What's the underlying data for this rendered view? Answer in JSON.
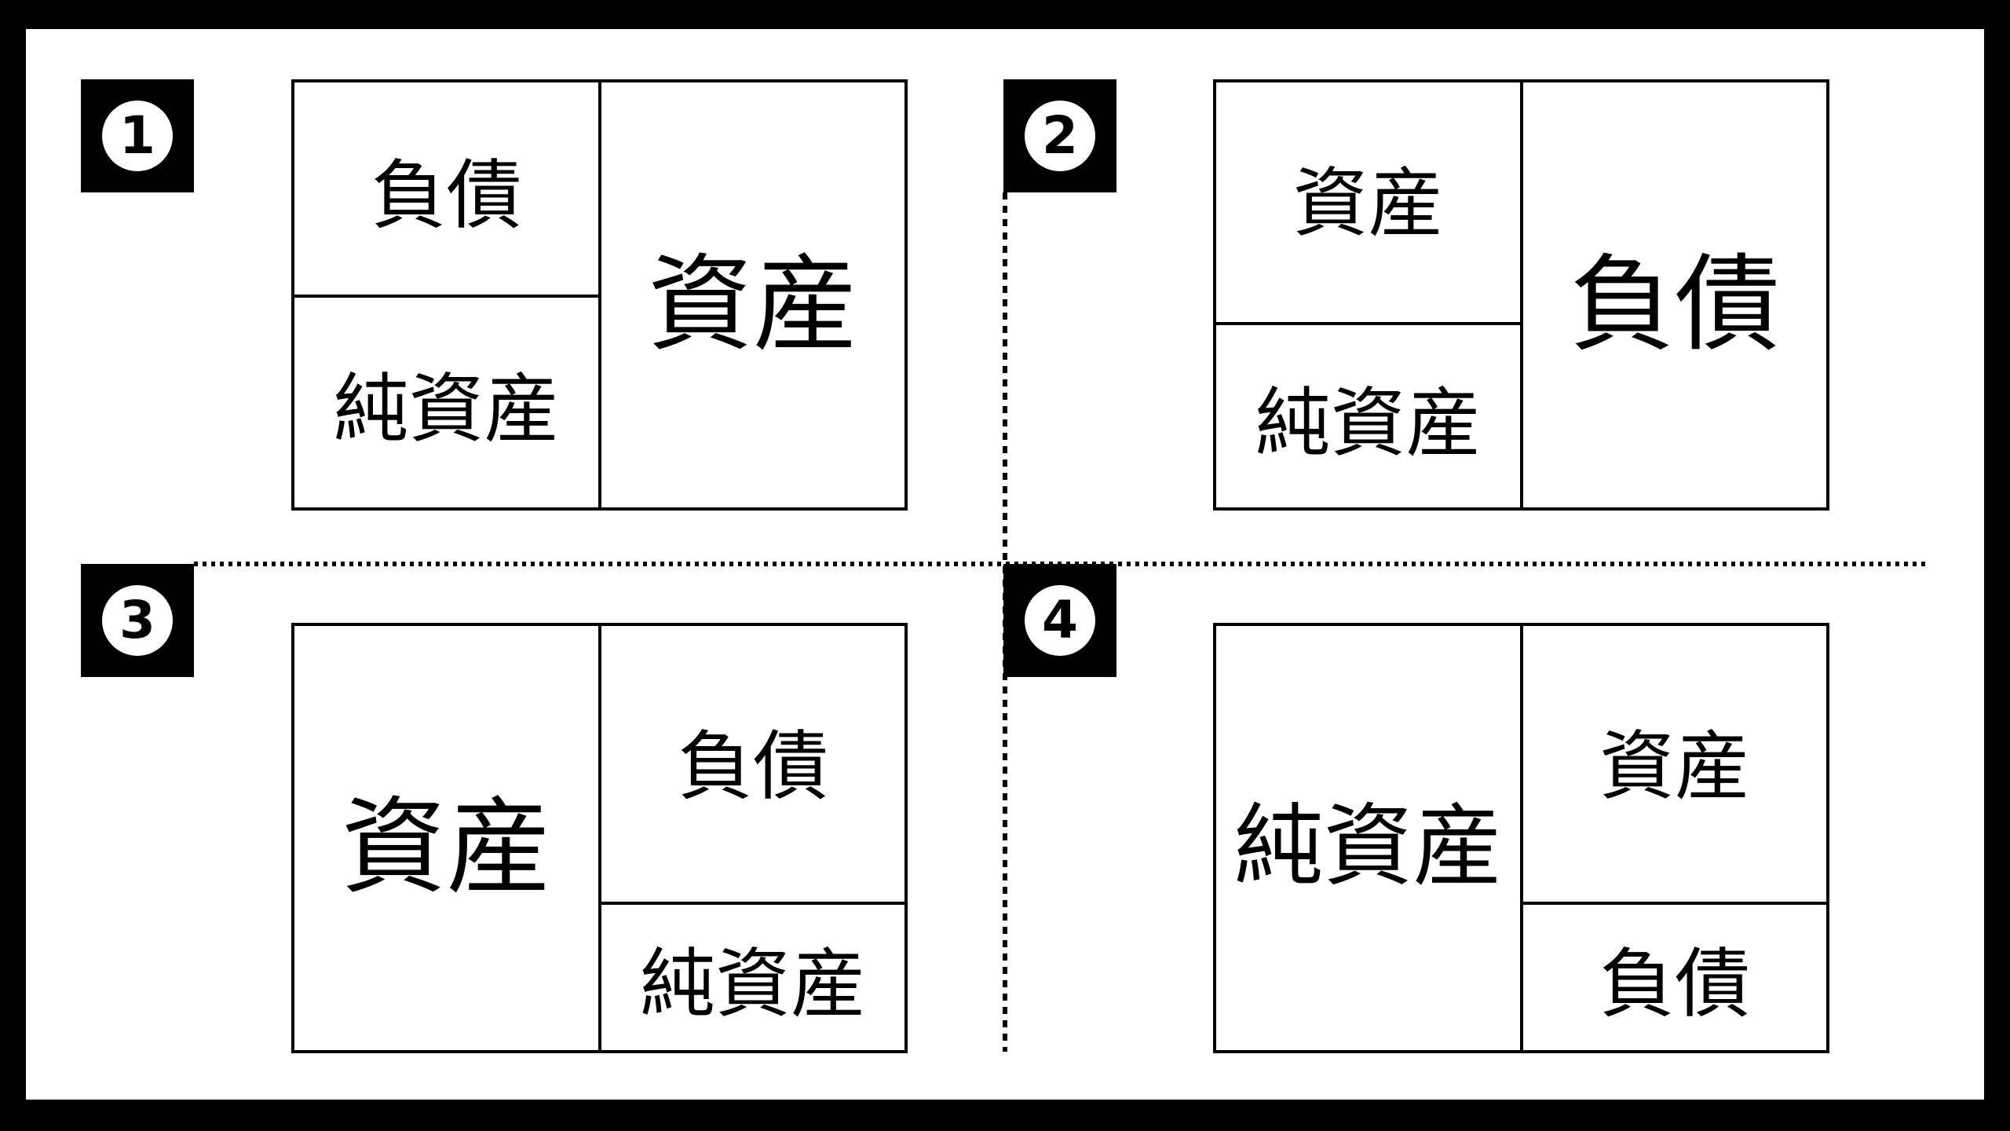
{
  "panels": [
    {
      "badge": "1",
      "left_top": "負債",
      "left_bottom": "純資産",
      "right": "資産"
    },
    {
      "badge": "2",
      "left_top": "資産",
      "left_bottom": "純資産",
      "right": "負債"
    },
    {
      "badge": "3",
      "left": "資産",
      "right_top": "負債",
      "right_bottom": "純資産"
    },
    {
      "badge": "4",
      "left": "純資産",
      "right_top": "資産",
      "right_bottom": "負債"
    }
  ]
}
